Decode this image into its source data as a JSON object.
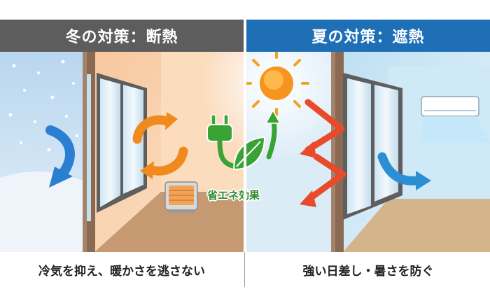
{
  "winter": {
    "title": "冬の対策：断熱",
    "caption": "冷気を抑え、暖かさを逃さない"
  },
  "summer": {
    "title": "夏の対策：遮熱",
    "caption": "強い日差し・暑さを防ぐ"
  },
  "center": {
    "label": "省エネ効果"
  },
  "colors": {
    "winter_header": "#5d5d5d",
    "summer_header": "#1e6fb6",
    "warm_arrow": "#f08a1c",
    "cold_arrow": "#2b7fd0",
    "heat_arrow": "#e84a2a",
    "eco_green": "#3aa335"
  },
  "icons": [
    "snow-icon",
    "sun-icon",
    "heater-icon",
    "air-conditioner-icon",
    "plug-icon",
    "leaf-icon"
  ]
}
